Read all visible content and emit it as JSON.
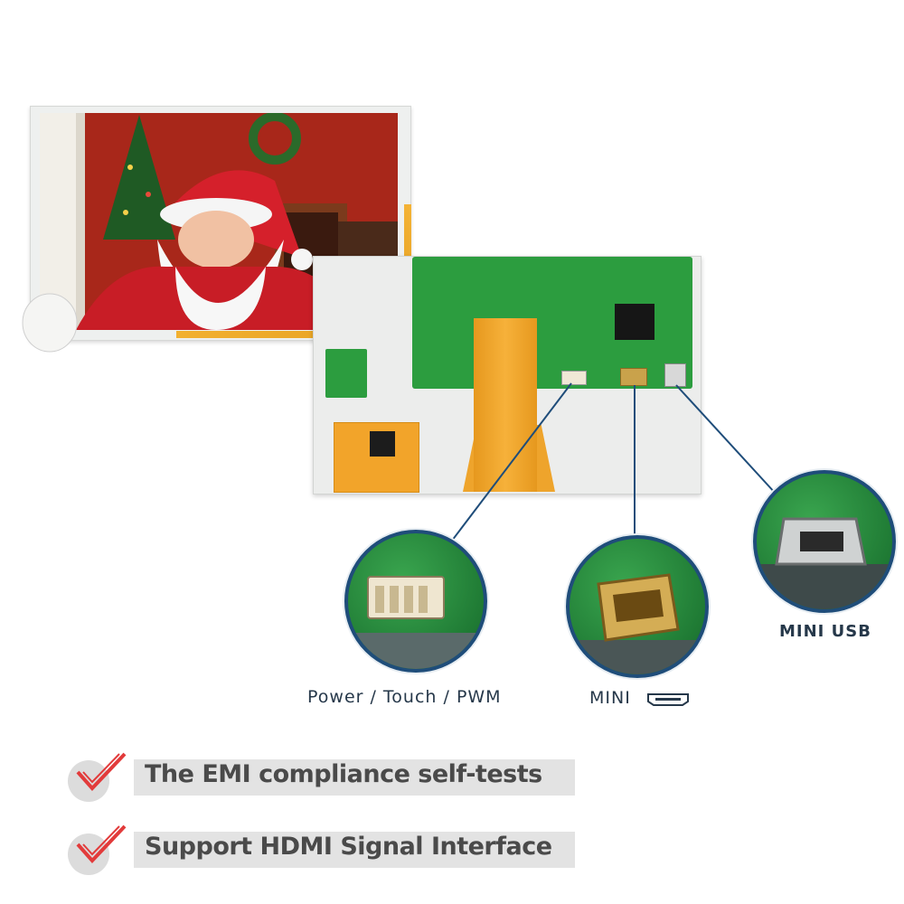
{
  "ports": {
    "power_label": "Power / Touch / PWM",
    "hdmi_label": "MINI",
    "usb_label": "MINI USB"
  },
  "features": [
    {
      "text": "The EMI compliance self-tests"
    },
    {
      "text": "Support HDMI Signal Interface"
    }
  ],
  "icons": {
    "check": "check-mark-icon",
    "hdmi": "hdmi-icon"
  },
  "colors": {
    "accent_red": "#e23b3b",
    "label_blue": "#26384a",
    "circle_border": "#1f4d7a",
    "pcb_green": "#2c9d3f",
    "flex_orange": "#f2a42a"
  }
}
